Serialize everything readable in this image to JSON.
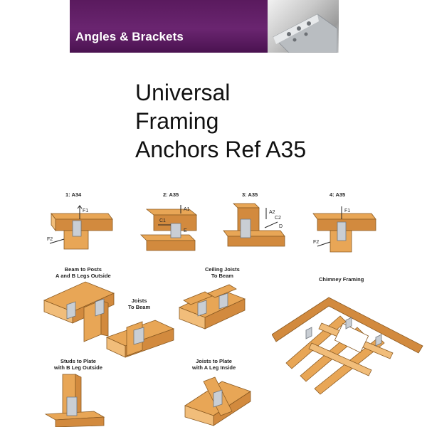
{
  "banner": {
    "title": "Angles & Brackets"
  },
  "title_lines": [
    "Universal",
    "Framing",
    "Anchors Ref A35"
  ],
  "figures": {
    "f1": "1: A34",
    "f2": "2: A35",
    "f3": "3: A35",
    "f4": "4: A35"
  },
  "force_labels": {
    "f1_a": "F1",
    "f1_b": "F2",
    "f2_a": "A1",
    "f2_b": "C1",
    "f2_c": "E",
    "f3_a": "A2",
    "f3_b": "C2",
    "f3_c": "D",
    "f4_a": "F1",
    "f4_b": "F2"
  },
  "applications": {
    "beam_to_posts": [
      "Beam to Posts",
      "A and B Legs Outside"
    ],
    "joists_to_beam": [
      "Joists",
      "To Beam"
    ],
    "ceiling_joists": [
      "Ceiling Joists",
      "To Beam"
    ],
    "chimney": [
      "Chimney Framing"
    ],
    "studs_to_plate": [
      "Studs to Plate",
      "with B Leg Outside"
    ],
    "joists_to_plate": [
      "Joists to Plate",
      "with A Leg Inside"
    ]
  },
  "colors": {
    "banner": "#5a1a5e",
    "wood": "#e8a656",
    "metal": "#c9ced4"
  }
}
